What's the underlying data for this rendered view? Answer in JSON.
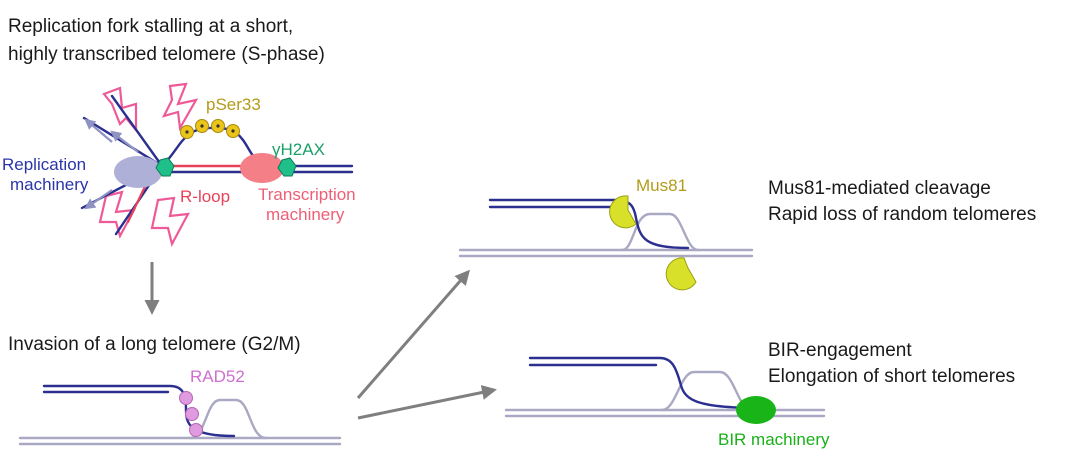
{
  "panels": {
    "stalling": {
      "title_line1": "Replication fork stalling at a short,",
      "title_line2": "highly transcribed telomere (S-phase)",
      "replication_line1": "Replication",
      "replication_line2": "machinery",
      "pser33": "pSer33",
      "gamma_h2ax": "γH2AX",
      "r_loop": "R-loop",
      "transcription_line1": "Transcription",
      "transcription_line2": "machinery"
    },
    "invasion": {
      "title": "Invasion of a long telomere (G2/M)",
      "rad52": "RAD52"
    },
    "mus81": {
      "protein": "Mus81",
      "line1": "Mus81-mediated cleavage",
      "line2": "Rapid loss of random telomeres"
    },
    "bir": {
      "line1": "BIR-engagement",
      "line2": "Elongation of short telomeres",
      "machinery": "BIR machinery"
    }
  },
  "colors": {
    "navy_strand": "#2b2f8f",
    "gray_strand": "#a9a9c3",
    "replication_text": "#2b35a8",
    "replication_body": "#aeb0d8",
    "pser33_text": "#b39b1a",
    "phospho_bead": "#ecc51a",
    "h2ax_text": "#1aa06a",
    "h2ax_bead": "#1fbf8a",
    "rloop": "#e8425a",
    "transcription_body": "#f47f86",
    "transcription_text": "#ee5f76",
    "lightning": "#ee5a97",
    "fork_arrows": "#8f93c4",
    "rad52": "#e09ae0",
    "rad52_text": "#cf6fd0",
    "mus81": "#d8e02a",
    "mus81_text": "#b39b1a",
    "bir": "#18b418",
    "bir_text": "#19b019",
    "flow_arrow": "#7f7f7f"
  }
}
